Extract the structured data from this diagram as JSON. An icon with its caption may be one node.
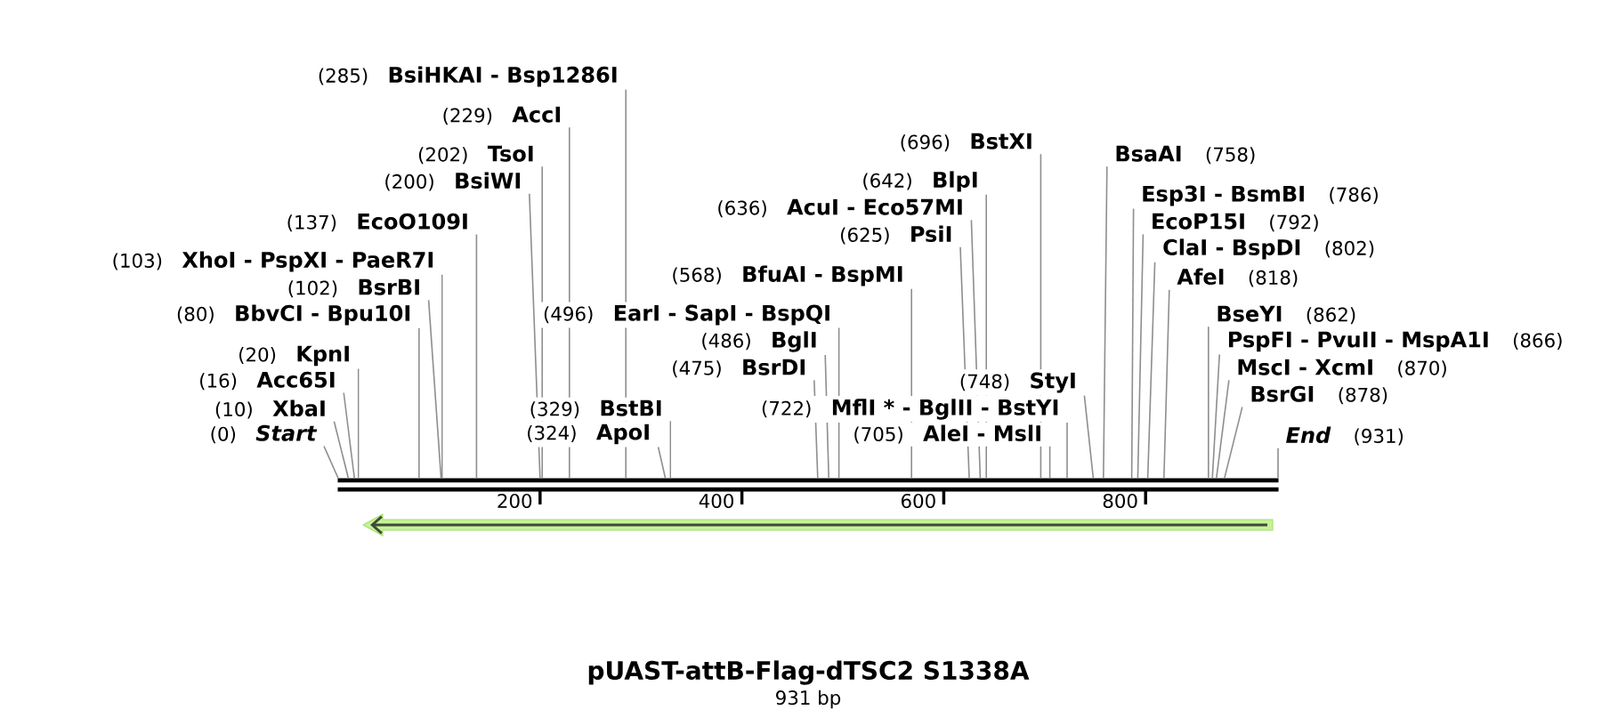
{
  "diagram": {
    "title": "pUAST-attB-Flag-dTSC2 S1338A",
    "caption": "931 bp",
    "nodes": [
      {
        "text": [
          "(285)",
          "BsiHKAI - Bsp1286I"
        ]
      },
      {
        "text": [
          "(229)",
          "AccI"
        ]
      },
      {
        "text": [
          "(696)",
          "BstXI"
        ]
      },
      {
        "text": [
          "(202)",
          "TsoI"
        ]
      },
      {
        "text": [
          "BsaAI",
          "(758)"
        ]
      },
      {
        "text": [
          "(200)",
          "BsiWI"
        ]
      },
      {
        "text": [
          "(642)",
          "BlpI"
        ]
      },
      {
        "text": [
          "Esp3I - BsmBI",
          "(786)"
        ]
      },
      {
        "text": [
          "(636)",
          "AcuI - Eco57MI"
        ]
      },
      {
        "text": [
          "(137)",
          "EcoO109I"
        ]
      },
      {
        "text": [
          "EcoP15I",
          "(792)"
        ]
      },
      {
        "text": [
          "(625)",
          "PsiI"
        ]
      },
      {
        "text": [
          "ClaI - BspDI",
          "(802)"
        ]
      },
      {
        "text": [
          "(103)",
          "XhoI - PspXI - PaeR7I"
        ]
      },
      {
        "text": [
          "(568)",
          "BfuAI - BspMI"
        ]
      },
      {
        "text": [
          "AfeI",
          "(818)"
        ]
      },
      {
        "text": [
          "(102)",
          "BsrBI"
        ]
      },
      {
        "text": [
          "(80)",
          "BbvCI - Bpu10I"
        ]
      },
      {
        "text": [
          "(496)",
          "EarI - SapI - BspQI"
        ]
      },
      {
        "text": [
          "BseYI",
          "(862)"
        ]
      },
      {
        "text": [
          "(486)",
          "BglI"
        ]
      },
      {
        "text": [
          "PspFI - PvuII - MspA1I",
          "(866)"
        ]
      },
      {
        "text": [
          "(20)",
          "KpnI"
        ]
      },
      {
        "text": [
          "(475)",
          "BsrDI"
        ]
      },
      {
        "text": [
          "MscI - XcmI",
          "(870)"
        ]
      },
      {
        "text": [
          "(16)",
          "Acc65I"
        ]
      },
      {
        "text": [
          "(748)",
          "StyI"
        ]
      },
      {
        "text": [
          "BsrGI",
          "(878)"
        ]
      },
      {
        "text": [
          "(10)",
          "XbaI"
        ]
      },
      {
        "text": [
          "(329)",
          "BstBI"
        ]
      },
      {
        "text": [
          "(722)",
          "MflI * - BglII - BstYI"
        ]
      },
      {
        "text": [
          "(0)",
          "Start"
        ]
      },
      {
        "text": [
          "(324)",
          "ApoI"
        ]
      },
      {
        "text": [
          "(705)",
          "AleI - MslI"
        ]
      },
      {
        "text": [
          "End",
          "(931)"
        ]
      },
      {
        "text": [],
        "shape": "bar"
      }
    ],
    "edges": [
      {
        "from": 0,
        "to": 35,
        "arrow": "none"
      },
      {
        "from": 1,
        "to": 35,
        "arrow": "none"
      },
      {
        "from": 2,
        "to": 35,
        "arrow": "none"
      },
      {
        "from": 3,
        "to": 35,
        "arrow": "none"
      },
      {
        "from": 4,
        "to": 35,
        "arrow": "none"
      },
      {
        "from": 5,
        "to": 35,
        "arrow": "none"
      },
      {
        "from": 6,
        "to": 35,
        "arrow": "none"
      },
      {
        "from": 7,
        "to": 35,
        "arrow": "none"
      },
      {
        "from": 8,
        "to": 35,
        "arrow": "none"
      },
      {
        "from": 9,
        "to": 35,
        "arrow": "none"
      },
      {
        "from": 10,
        "to": 35,
        "arrow": "none"
      },
      {
        "from": 11,
        "to": 35,
        "arrow": "none"
      },
      {
        "from": 12,
        "to": 35,
        "arrow": "none"
      },
      {
        "from": 13,
        "to": 35,
        "arrow": "none"
      },
      {
        "from": 14,
        "to": 35,
        "arrow": "none"
      },
      {
        "from": 15,
        "to": 35,
        "arrow": "none"
      },
      {
        "from": 16,
        "to": 35,
        "arrow": "none"
      },
      {
        "from": 17,
        "to": 35,
        "arrow": "none"
      },
      {
        "from": 18,
        "to": 35,
        "arrow": "none"
      },
      {
        "from": 19,
        "to": 35,
        "arrow": "none"
      },
      {
        "from": 20,
        "to": 35,
        "arrow": "none"
      },
      {
        "from": 21,
        "to": 35,
        "arrow": "none"
      },
      {
        "from": 22,
        "to": 35,
        "arrow": "none"
      },
      {
        "from": 23,
        "to": 35,
        "arrow": "none"
      },
      {
        "from": 24,
        "to": 35,
        "arrow": "none"
      },
      {
        "from": 25,
        "to": 35,
        "arrow": "none"
      },
      {
        "from": 26,
        "to": 35,
        "arrow": "none"
      },
      {
        "from": 27,
        "to": 35,
        "arrow": "none"
      },
      {
        "from": 28,
        "to": 35,
        "arrow": "none"
      },
      {
        "from": 29,
        "to": 35,
        "arrow": "none"
      },
      {
        "from": 30,
        "to": 35,
        "arrow": "none"
      },
      {
        "from": 31,
        "to": 35,
        "arrow": "none"
      },
      {
        "from": 32,
        "to": 35,
        "arrow": "none"
      },
      {
        "from": 33,
        "to": 35,
        "arrow": "none"
      },
      {
        "from": 34,
        "to": 35,
        "arrow": "none"
      }
    ],
    "labels": [
      "200",
      "400",
      "600",
      "800"
    ]
  }
}
